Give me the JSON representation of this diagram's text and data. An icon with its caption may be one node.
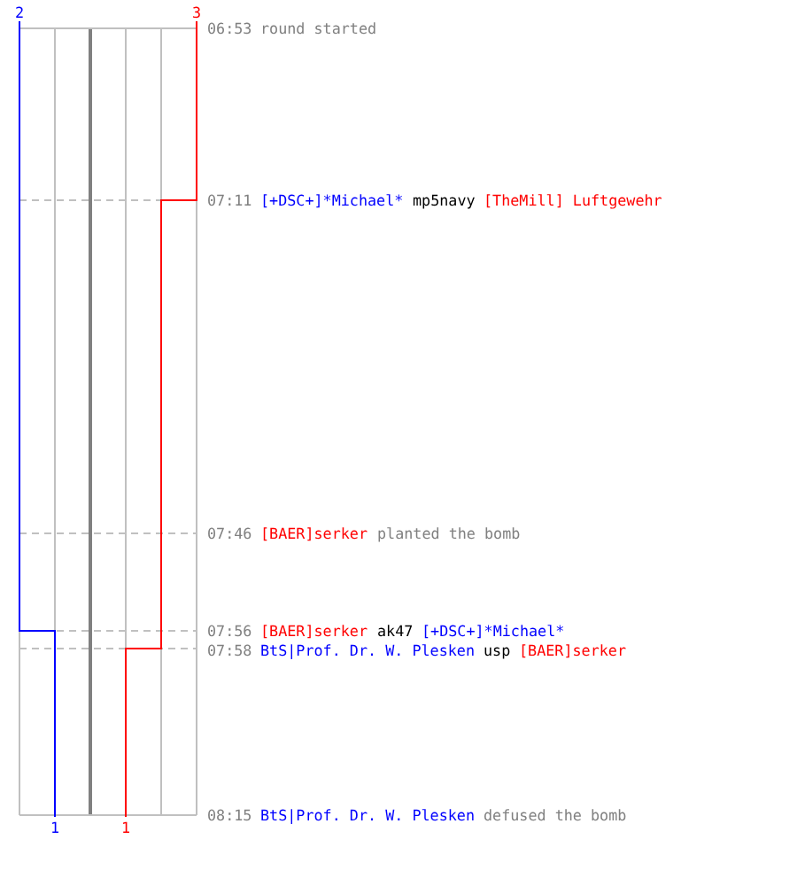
{
  "diagram": {
    "labels": [
      "2",
      "3",
      "06:53",
      "round started",
      "07:11",
      "[+DSC+]*Michael*",
      "mp5navy",
      "[TheMill] Luftgewehr",
      "07:46",
      "[BAER]serker",
      "planted the bomb",
      "07:56",
      "[BAER]serker",
      "ak47",
      "[+DSC+]*Michael*",
      "07:58",
      "BtS|Prof. Dr. W. Plesken",
      "usp",
      "[BAER]serker",
      "08:15",
      "BtS|Prof. Dr. W. Plesken",
      "defused the bomb",
      "1",
      "1"
    ]
  }
}
